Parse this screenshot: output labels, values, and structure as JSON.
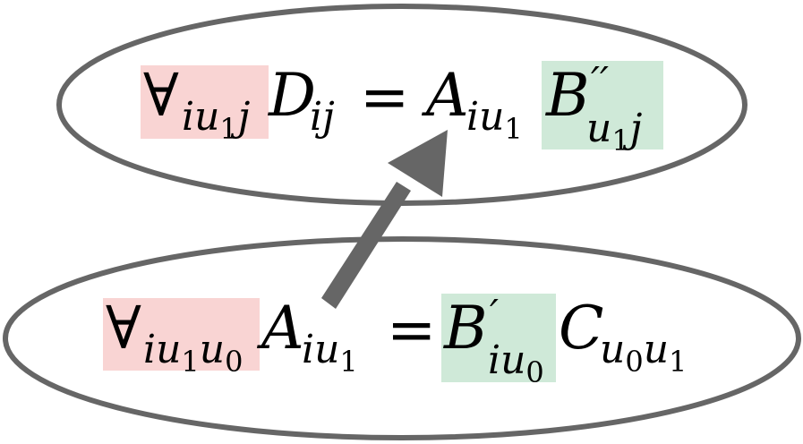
{
  "diagram": {
    "type": "equation-transformation",
    "colors": {
      "outline": "#666666",
      "arrow": "#666666",
      "quantifier_highlight": "#f9d4d3",
      "operand_highlight": "#cfe9d8",
      "background": "#ffffff",
      "text": "#000000"
    },
    "top_equation": {
      "full_text": "∀_{iu1j} D_{ij} = A_{iu1} B''_{u1j}",
      "quantifier": {
        "symbol": "∀",
        "sub": "iu",
        "sub_num": "1",
        "sub_tail": "j"
      },
      "lhs": {
        "symbol": "D",
        "sub": "ij"
      },
      "equals": "=",
      "rhs_a": {
        "symbol": "A",
        "sub": "iu",
        "sub_num": "1"
      },
      "rhs_b": {
        "symbol": "B",
        "prime": "′′",
        "sub": "u",
        "sub_num": "1",
        "sub_tail": "j"
      }
    },
    "bottom_equation": {
      "full_text": "∀_{iu1u0} A_{iu1} = B'_{iu0} C_{u0u1}",
      "quantifier": {
        "symbol": "∀",
        "sub": "iu",
        "sub_num": "1",
        "sub_tail": "u",
        "sub_num2": "0"
      },
      "lhs": {
        "symbol": "A",
        "sub": "iu",
        "sub_num": "1"
      },
      "equals": "=",
      "rhs_b": {
        "symbol": "B",
        "prime": "′",
        "sub": "iu",
        "sub_num": "0"
      },
      "rhs_c": {
        "symbol": "C",
        "sub": "u",
        "sub_num": "0",
        "sub_tail": "u",
        "sub_num2": "1"
      }
    },
    "arrow": {
      "from": "bottom_equation",
      "to": "top_equation",
      "icon": "arrow-up-right-icon"
    }
  }
}
